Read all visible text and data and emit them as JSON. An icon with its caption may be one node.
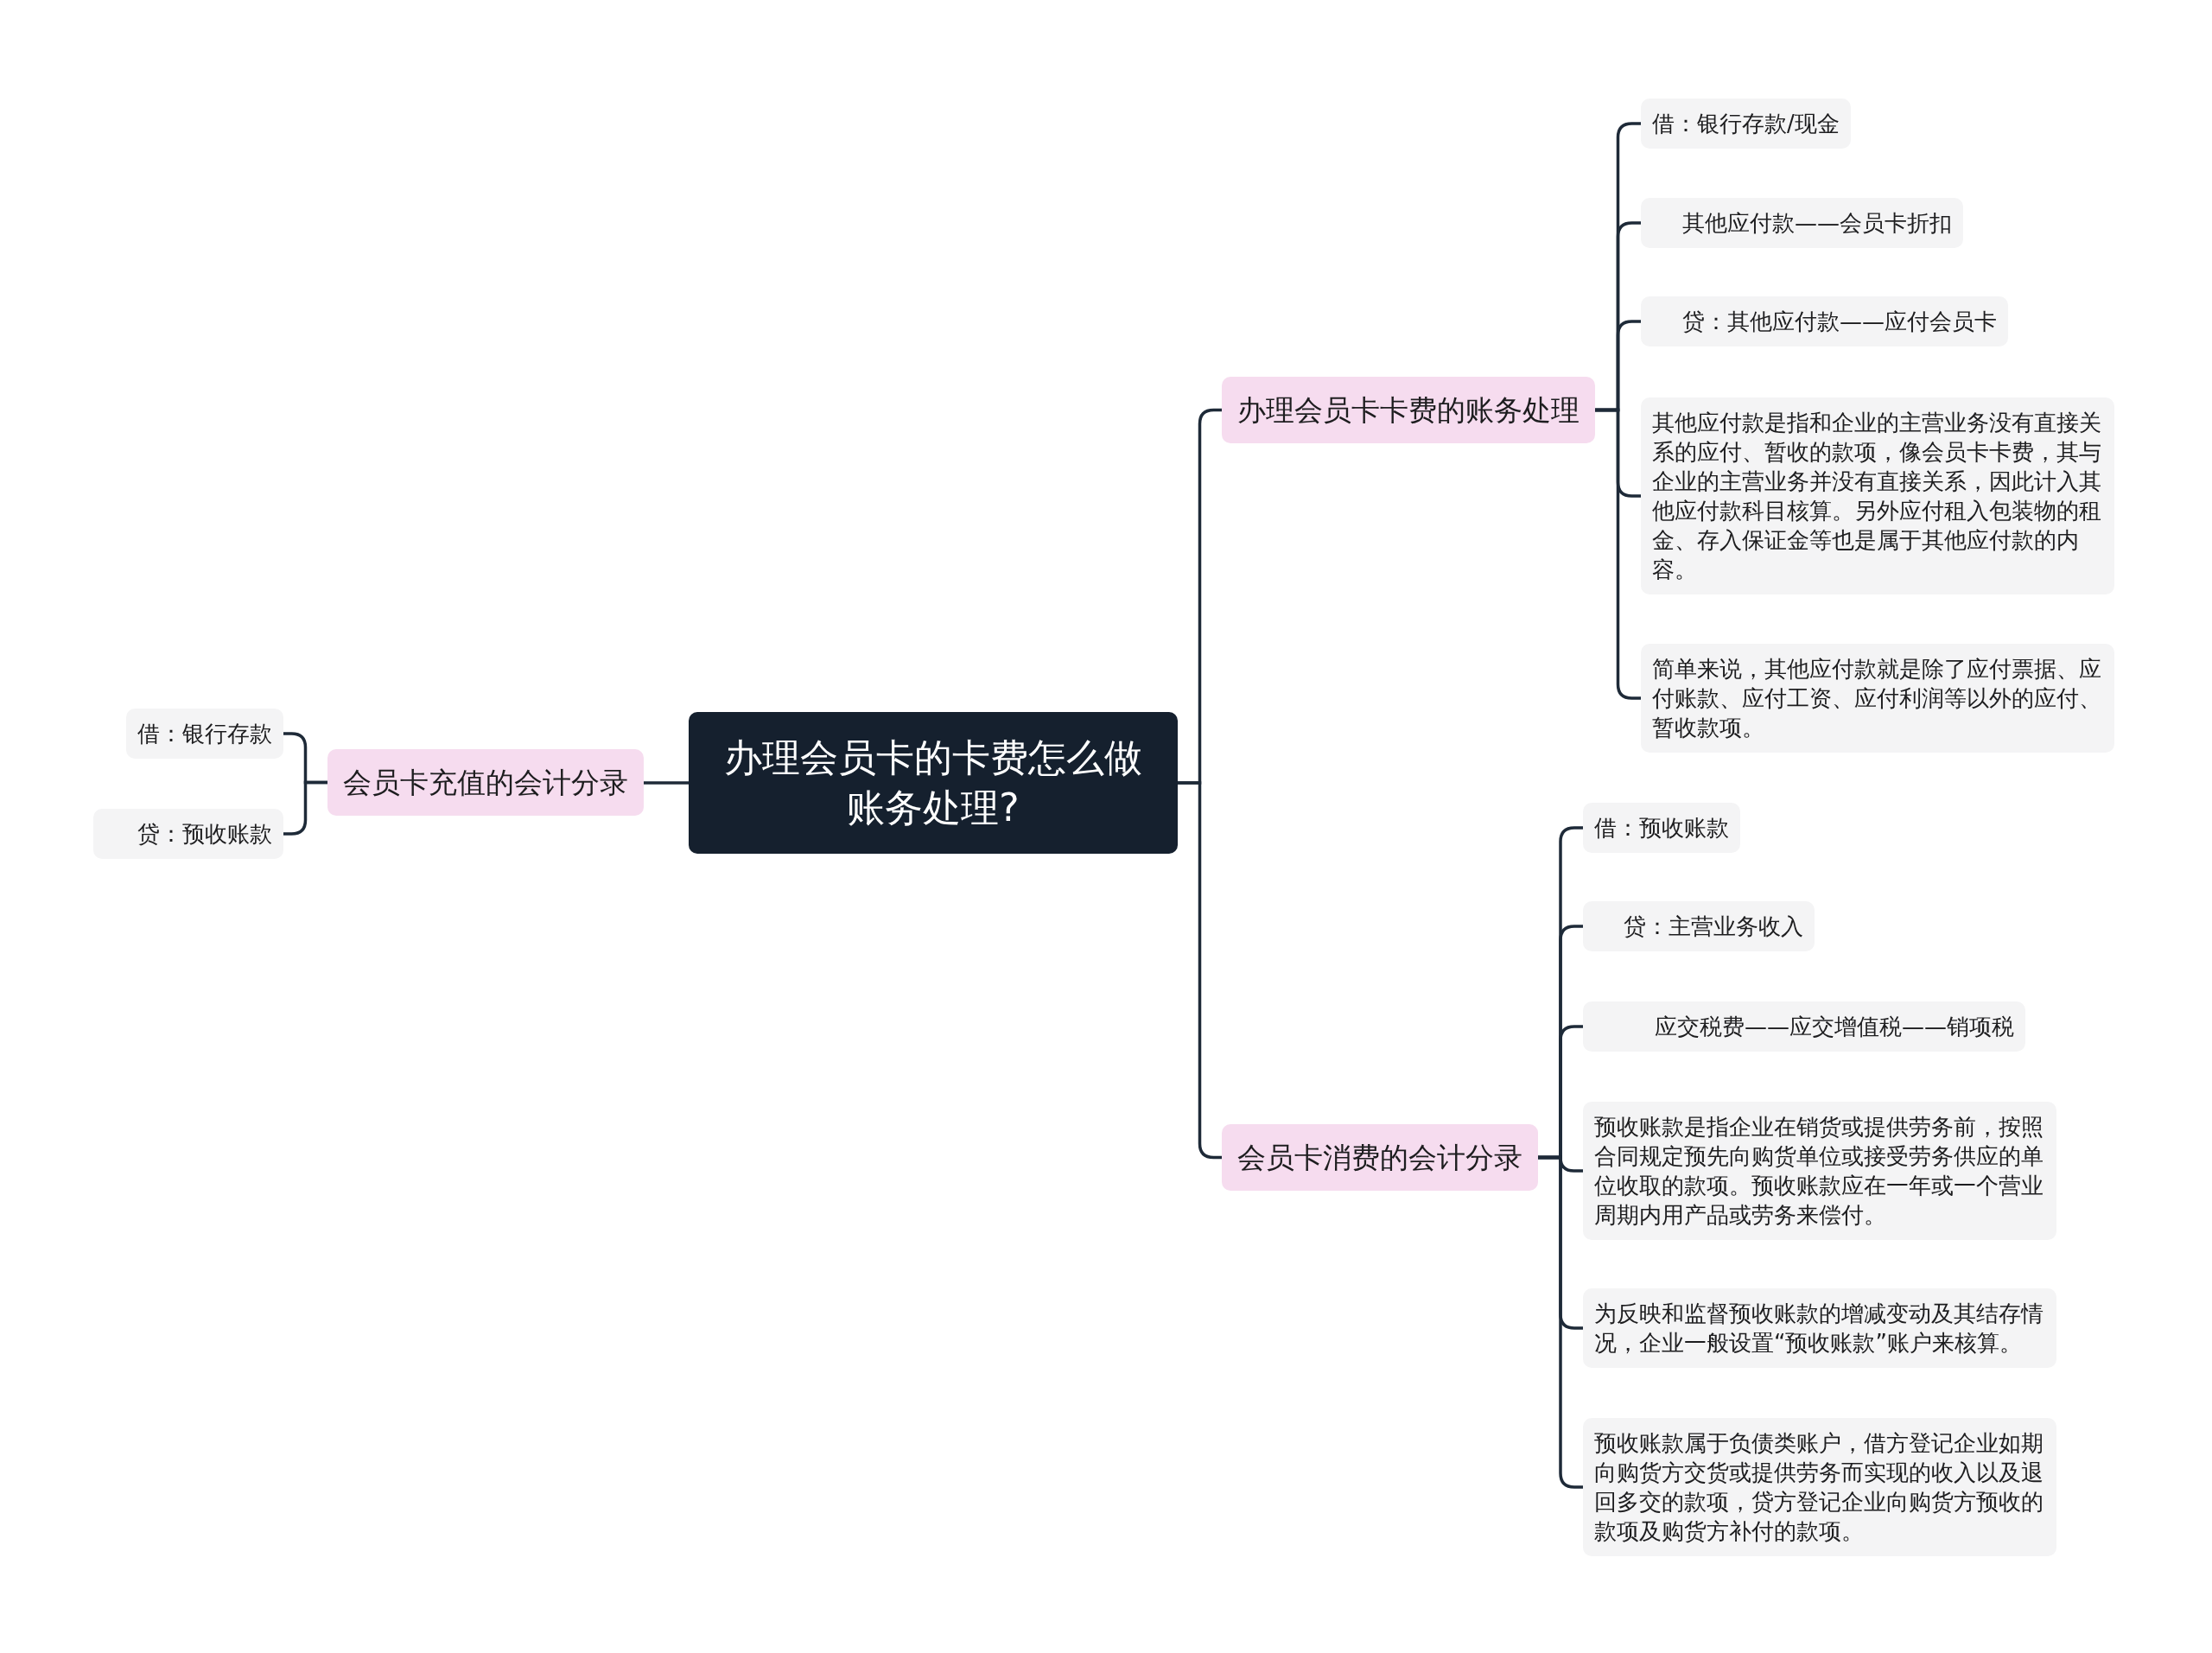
{
  "diagram": {
    "nodes": [
      {
        "text": [
          "办理会员卡的卡费怎么做账务处理?"
        ]
      },
      {
        "text": [
          "会员卡充值的会计分录"
        ]
      },
      {
        "text": [
          "借：银行存款"
        ]
      },
      {
        "text": [
          "贷：预收账款"
        ]
      },
      {
        "text": [
          "办理会员卡卡费的账务处理"
        ]
      },
      {
        "text": [
          "借：银行存款/现金"
        ]
      },
      {
        "text": [
          "其他应付款——会员卡折扣"
        ]
      },
      {
        "text": [
          "贷：其他应付款——应付会员卡"
        ]
      },
      {
        "text": [
          "其他应付款是指和企业的主营业务没有直接关系的应付、暂收的款项，像会员卡卡费，其与企业的主营业务并没有直接关系，因此计入其他应付款科目核算。另外应付租入包装物的租金、存入保证金等也是属于其他应付款的内容。"
        ]
      },
      {
        "text": [
          "简单来说，其他应付款就是除了应付票据、应付账款、应付工资、应付利润等以外的应付、暂收款项。"
        ]
      },
      {
        "text": [
          "会员卡消费的会计分录"
        ]
      },
      {
        "text": [
          "借：预收账款"
        ]
      },
      {
        "text": [
          "贷：主营业务收入"
        ]
      },
      {
        "text": [
          "应交税费——应交增值税——销项税"
        ]
      },
      {
        "text": [
          "预收账款是指企业在销货或提供劳务前，按照合同规定预先向购货单位或接受劳务供应的单位收取的款项。预收账款应在一年或一个营业周期内用产品或劳务来偿付。"
        ]
      },
      {
        "text": [
          "为反映和监督预收账款的增减变动及其结存情况，企业一般设置“预收账款”账户来核算。"
        ]
      },
      {
        "text": [
          "预收账款属于负债类账户，借方登记企业如期向购货方交货或提供劳务而实现的收入以及退回多交的款项，贷方登记企业向购货方预收的款项及购货方补付的款项。"
        ]
      }
    ],
    "edges": [
      {
        "from": 0,
        "to": 1,
        "arrow": "none"
      },
      {
        "from": 1,
        "to": 2,
        "arrow": "none"
      },
      {
        "from": 1,
        "to": 3,
        "arrow": "none"
      },
      {
        "from": 0,
        "to": 4,
        "arrow": "none"
      },
      {
        "from": 4,
        "to": 5,
        "arrow": "none"
      },
      {
        "from": 4,
        "to": 6,
        "arrow": "none"
      },
      {
        "from": 4,
        "to": 7,
        "arrow": "none"
      },
      {
        "from": 4,
        "to": 8,
        "arrow": "none"
      },
      {
        "from": 4,
        "to": 9,
        "arrow": "none"
      },
      {
        "from": 0,
        "to": 10,
        "arrow": "none"
      },
      {
        "from": 10,
        "to": 11,
        "arrow": "none"
      },
      {
        "from": 10,
        "to": 12,
        "arrow": "none"
      },
      {
        "from": 10,
        "to": 13,
        "arrow": "none"
      },
      {
        "from": 10,
        "to": 14,
        "arrow": "none"
      },
      {
        "from": 10,
        "to": 15,
        "arrow": "none"
      },
      {
        "from": 10,
        "to": 16,
        "arrow": "none"
      }
    ]
  }
}
